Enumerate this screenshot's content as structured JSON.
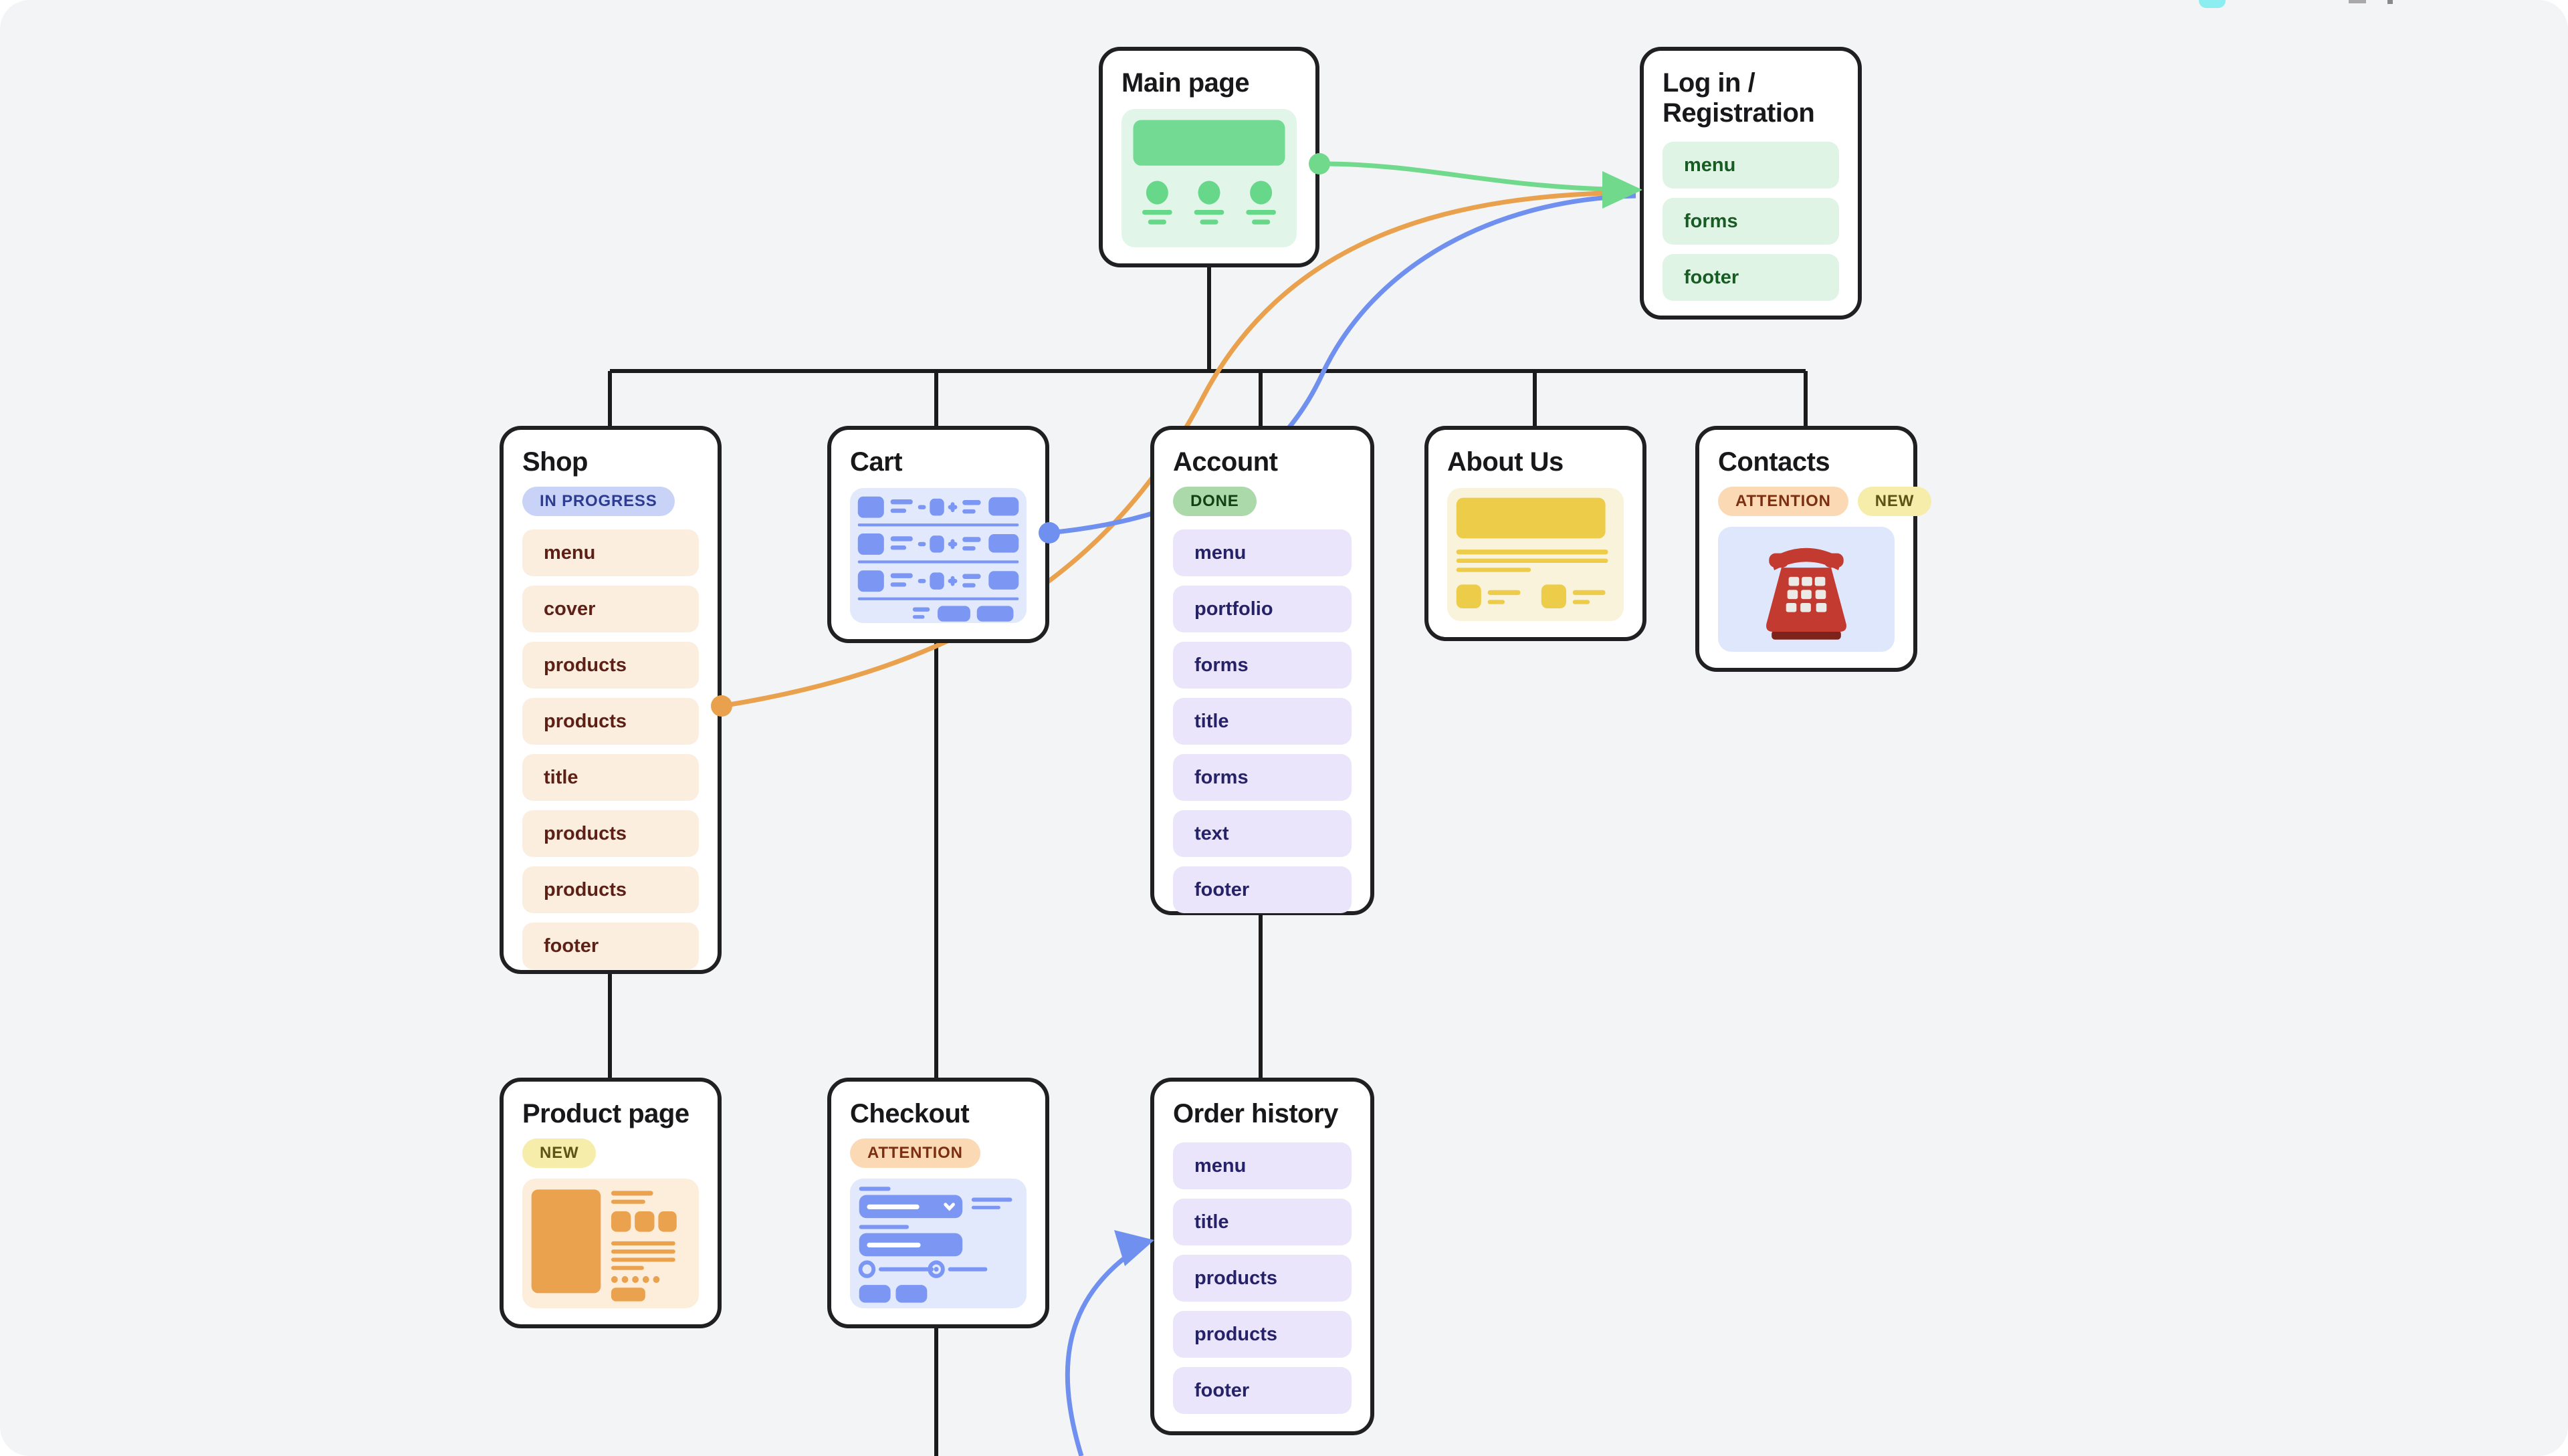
{
  "canvas": {
    "background": "#f3f4f5"
  },
  "cards": {
    "main_page": {
      "title": "Main page",
      "thumbnail": "hero-banner-with-three-user-icons"
    },
    "login": {
      "title": "Log in / Registration",
      "rows": [
        "menu",
        "forms",
        "footer"
      ]
    },
    "shop": {
      "title": "Shop",
      "badge": "IN PROGRESS",
      "rows": [
        "menu",
        "cover",
        "products",
        "products",
        "title",
        "products",
        "products",
        "footer"
      ]
    },
    "cart": {
      "title": "Cart",
      "thumbnail": "cart-items-list-wireframe"
    },
    "account": {
      "title": "Account",
      "badge": "DONE",
      "rows": [
        "menu",
        "portfolio",
        "forms",
        "title",
        "forms",
        "text",
        "footer"
      ]
    },
    "about": {
      "title": "About Us",
      "thumbnail": "banner-text-wireframe"
    },
    "contacts": {
      "title": "Contacts",
      "badges": [
        "ATTENTION",
        "NEW"
      ],
      "thumbnail": "red-telephone"
    },
    "product_page": {
      "title": "Product page",
      "badge": "NEW",
      "thumbnail": "product-detail-wireframe"
    },
    "checkout": {
      "title": "Checkout",
      "badge": "ATTENTION",
      "thumbnail": "checkout-form-wireframe"
    },
    "order_history": {
      "title": "Order history",
      "rows": [
        "menu",
        "title",
        "products",
        "products",
        "footer"
      ]
    }
  },
  "connectors": {
    "tree_color": "#1b1b1b",
    "green": {
      "color": "#70d98c",
      "from": "main_page",
      "to": "login"
    },
    "orange": {
      "color": "#e9a14d",
      "from": "shop",
      "to": "login"
    },
    "blue_cart": {
      "color": "#7090ef",
      "from": "cart",
      "to": "login"
    },
    "blue_bottom": {
      "color": "#7090ef",
      "from": "offscreen-bottom",
      "to": "order_history"
    }
  },
  "colors": {
    "shop_row_bg": "#fbeede",
    "shop_row_text": "#5e1f16",
    "purple_row_bg": "#eae5fb",
    "purple_row_text": "#262268",
    "login_row_bg": "#e0f4e6",
    "login_row_text": "#175c22",
    "badge_progress_bg": "#c9d3f8",
    "badge_progress_text": "#2e3c8f",
    "badge_done_bg": "#abd9a9",
    "badge_done_text": "#123f14",
    "badge_attention_bg": "#fbd9b5",
    "badge_attention_text": "#7b2f10",
    "badge_new_bg": "#f5eda9",
    "badge_new_text": "#5c5417",
    "mini_green_bg": "#e1f6e9",
    "mini_green_shape": "#73da94",
    "mini_blue_bg": "#e2e9fc",
    "mini_blue_shape": "#7b97f3",
    "mini_yellow_bg": "#faf3db",
    "mini_yellow_shape": "#edcc49",
    "mini_orange_bg": "#fdeddb",
    "mini_orange_shape": "#eba24e",
    "phone_red": "#c23a30"
  }
}
